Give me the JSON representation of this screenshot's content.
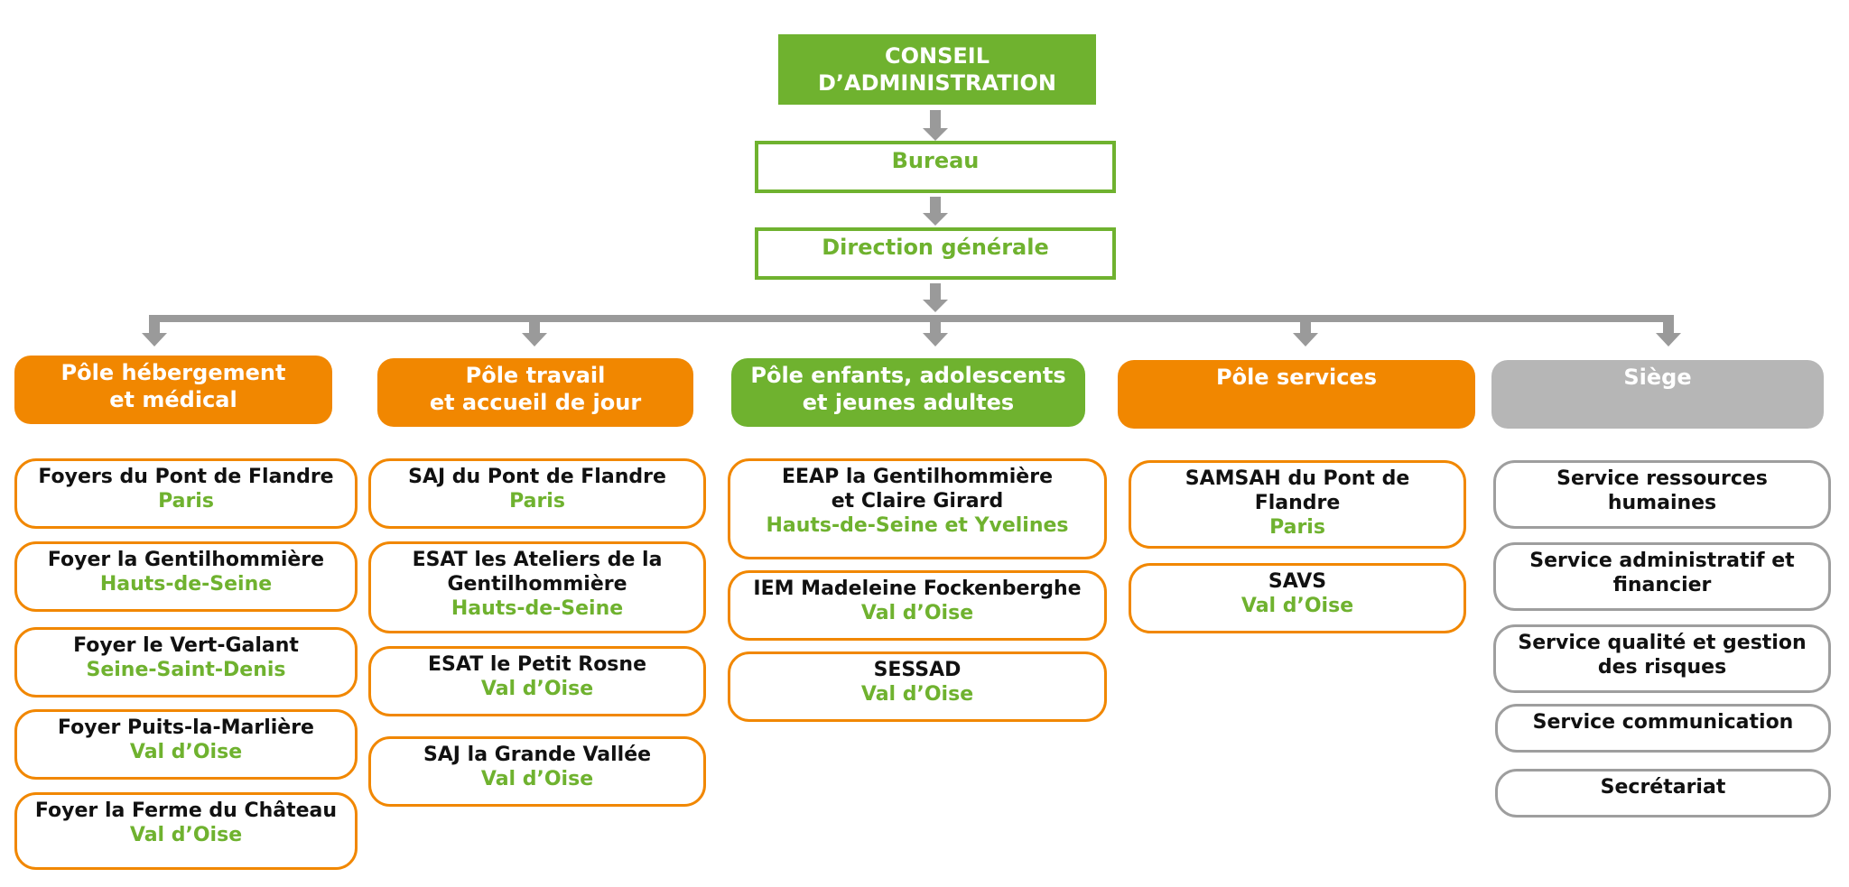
{
  "top": {
    "conseil_line1": "CONSEIL",
    "conseil_line2": "D’ADMINISTRATION",
    "bureau": "Bureau",
    "direction": "Direction générale"
  },
  "colors": {
    "green": "#6fb22f",
    "orange": "#f18700",
    "grey": "#b6b6b6",
    "connector": "#9a9a9a"
  },
  "poles": [
    {
      "line1": "Pôle hébergement",
      "line2": "et médical",
      "units": [
        {
          "name": "Foyers du Pont de Flandre",
          "loc": "Paris"
        },
        {
          "name": "Foyer la Gentilhommière",
          "loc": "Hauts-de-Seine"
        },
        {
          "name": "Foyer le Vert-Galant",
          "loc": "Seine-Saint-Denis"
        },
        {
          "name": "Foyer Puits-la-Marlière",
          "loc": "Val d’Oise"
        },
        {
          "name": "Foyer la Ferme du Château",
          "loc": "Val d’Oise"
        }
      ]
    },
    {
      "line1": "Pôle travail",
      "line2": "et accueil de jour",
      "units": [
        {
          "name": "SAJ du Pont de Flandre",
          "loc": "Paris"
        },
        {
          "name1": "ESAT les Ateliers de la",
          "name2": "Gentilhommière",
          "loc": "Hauts-de-Seine"
        },
        {
          "name": "ESAT le Petit Rosne",
          "loc": "Val d’Oise"
        },
        {
          "name": "SAJ la Grande Vallée",
          "loc": "Val d’Oise"
        }
      ]
    },
    {
      "line1": "Pôle enfants, adolescents",
      "line2": "et jeunes adultes",
      "units": [
        {
          "name1": "EEAP la Gentilhommière",
          "name2": "et Claire Girard",
          "loc": "Hauts-de-Seine et Yvelines"
        },
        {
          "name": "IEM Madeleine Fockenberghe",
          "loc": "Val d’Oise"
        },
        {
          "name": "SESSAD",
          "loc": "Val d’Oise"
        }
      ]
    },
    {
      "line1": "Pôle services",
      "units": [
        {
          "name1": "SAMSAH du Pont de",
          "name2": "Flandre",
          "loc": "Paris"
        },
        {
          "name": "SAVS",
          "loc": "Val d’Oise"
        }
      ]
    },
    {
      "line1": "Siège",
      "units": [
        {
          "name1": "Service ressources",
          "name2": "humaines"
        },
        {
          "name1": "Service administratif et",
          "name2": "financier"
        },
        {
          "name1": "Service qualité et gestion",
          "name2": "des risques"
        },
        {
          "name": "Service communication"
        },
        {
          "name": "Secrétariat"
        }
      ]
    }
  ]
}
